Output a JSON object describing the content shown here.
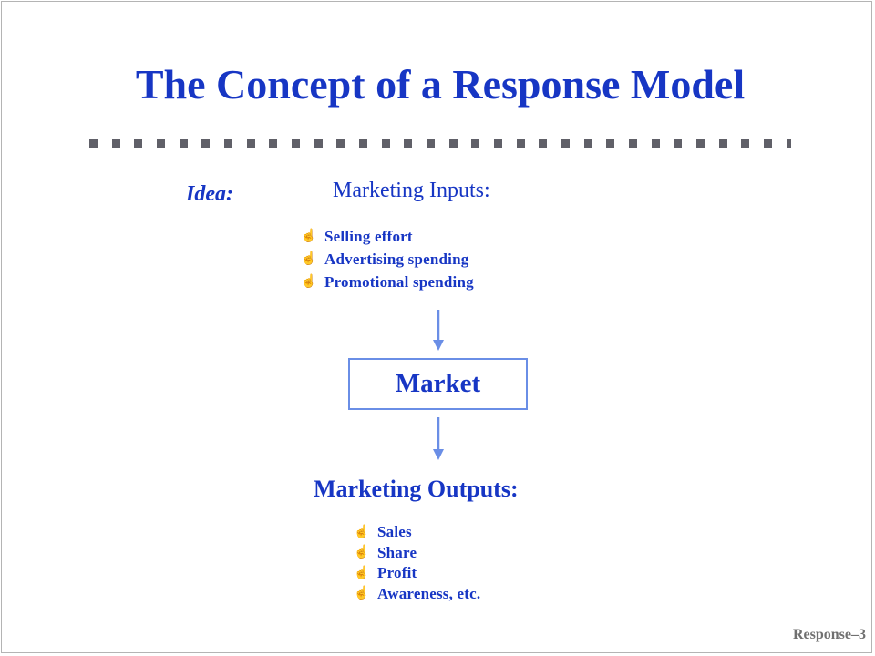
{
  "slide": {
    "title": "The Concept of a Response Model",
    "idea_label": "Idea:",
    "inputs_heading": "Marketing Inputs:",
    "inputs": [
      {
        "label": "Selling effort",
        "icon": "pointing-hand-icon"
      },
      {
        "label": "Advertising spending",
        "icon": "pointing-hand-icon"
      },
      {
        "label": "Promotional spending",
        "icon": "pointing-hand-icon"
      }
    ],
    "market_label": "Market",
    "outputs_heading": "Marketing Outputs:",
    "outputs": [
      {
        "label": "Sales",
        "icon": "pointing-hand-icon"
      },
      {
        "label": "Share",
        "icon": "pointing-hand-icon"
      },
      {
        "label": "Profit",
        "icon": "pointing-hand-icon"
      },
      {
        "label": "Awareness, etc.",
        "icon": "pointing-hand-icon"
      }
    ],
    "footer": "Response–3"
  },
  "colors": {
    "title": "#1736c4",
    "text": "#1736c4",
    "divider": "#606068",
    "box_border": "#6a8ee6",
    "arrow": "#6a8ee6",
    "footer": "#707070"
  }
}
